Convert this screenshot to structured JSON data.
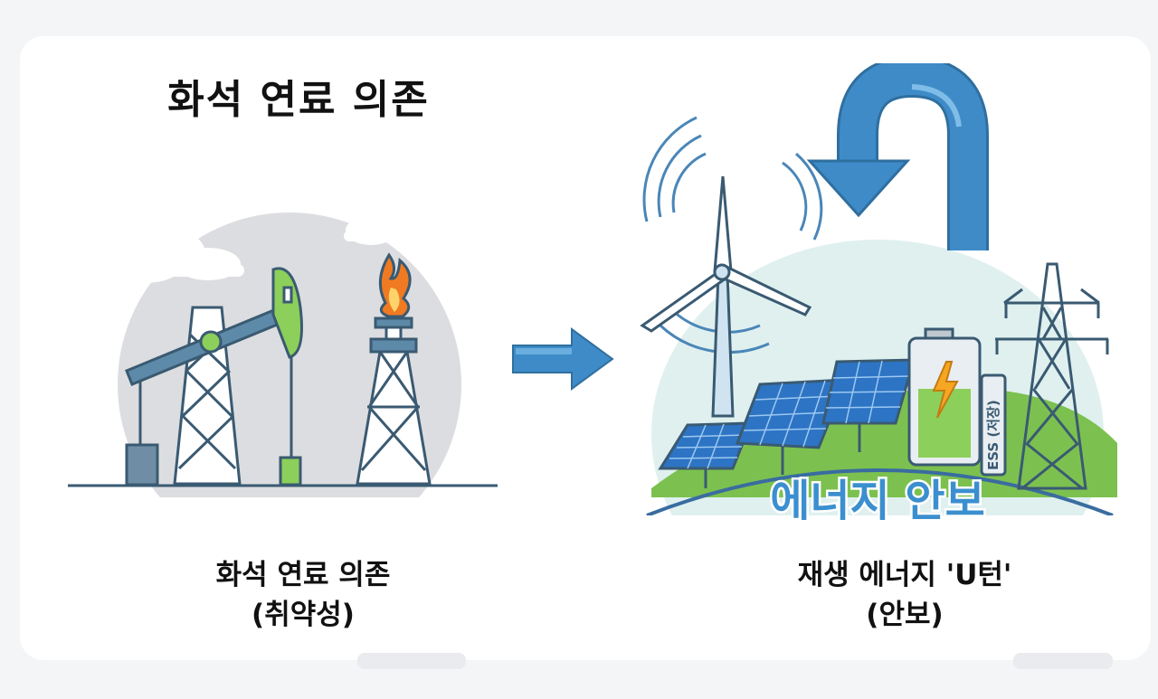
{
  "heading": "화석 연료 의존",
  "left_caption": {
    "line1": "화석 연료 의존",
    "line2": "(취약성)"
  },
  "right_caption": {
    "line1": "재생 에너지 'U턴'",
    "line2": "(안보)"
  },
  "scene_right": {
    "banner": "에너지 안보",
    "battery_label": "ESS (저장)"
  },
  "colors": {
    "blue_arrow": "#3e8bc8",
    "lamp_green": "#8ccf5a",
    "hill_green": "#7cc14f",
    "flame": "#f07a21",
    "tower_blue": "#476b84",
    "banner_text": "#3b8fcf"
  },
  "icons": [
    "pumpjack-icon",
    "gas-flare-icon",
    "right-arrow-icon",
    "u-turn-arrow-icon",
    "wind-turbine-icon",
    "solar-panel-icon",
    "battery-icon",
    "transmission-tower-icon"
  ]
}
